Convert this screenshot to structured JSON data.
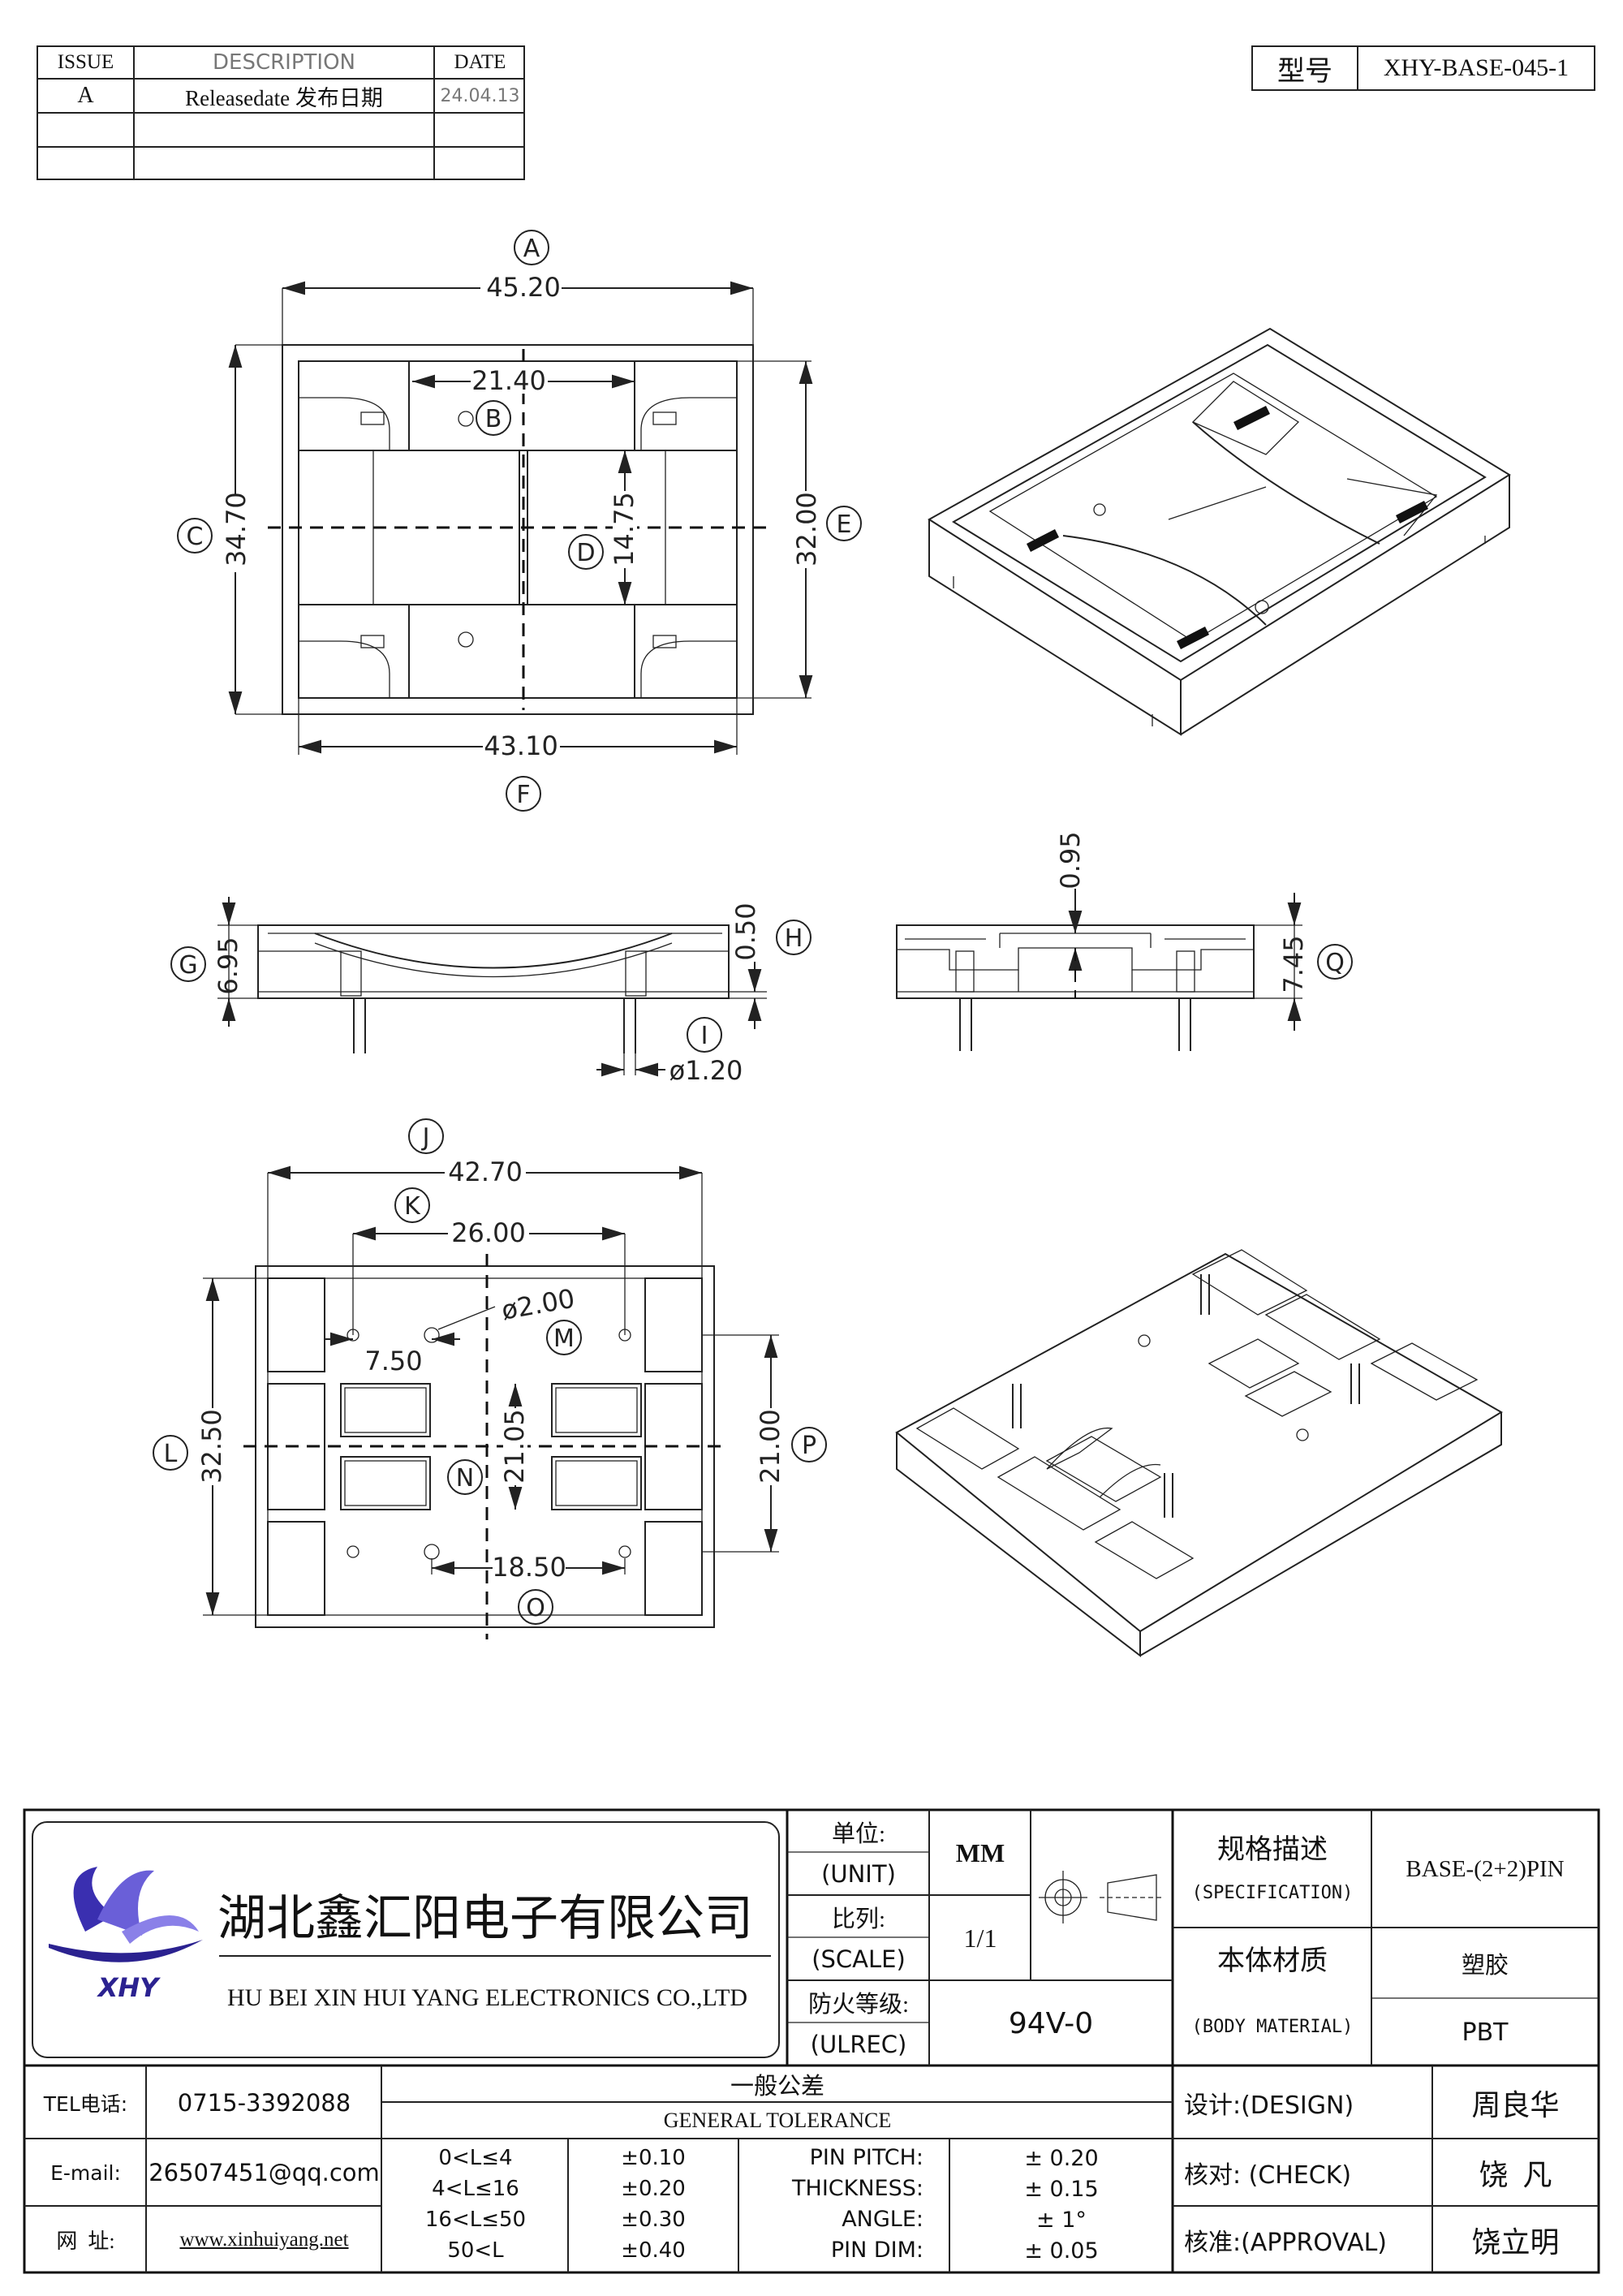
{
  "revision_table": {
    "headers": [
      "ISSUE",
      "DESCRIPTION",
      "DATE"
    ],
    "rows": [
      {
        "issue": "A",
        "description": "Releasedate 发布日期",
        "date": "24.04.13"
      }
    ]
  },
  "model": {
    "label": "型号",
    "value": "XHY-BASE-045-1"
  },
  "top_view": {
    "label_A": "A",
    "dim_A": "45.20",
    "label_B": "B",
    "dim_B": "21.40",
    "label_C": "C",
    "dim_C": "34.70",
    "label_D": "D",
    "dim_D": "14.75",
    "label_E": "E",
    "dim_E": "32.00",
    "label_F": "F",
    "dim_F": "43.10"
  },
  "side_views": {
    "label_G": "G",
    "dim_G": "6.95",
    "label_H": "H",
    "dim_H": "0.50",
    "label_I": "I",
    "dim_I": "ø1.20",
    "dim_top": "0.95",
    "label_Q": "Q",
    "dim_Q": "7.45"
  },
  "bottom_view": {
    "label_J": "J",
    "dim_J": "42.70",
    "label_K": "K",
    "dim_K": "26.00",
    "dim_hole": "ø2.00",
    "dim_750": "7.50",
    "label_M": "M",
    "label_L": "L",
    "dim_L": "32.50",
    "dim_2105": "21.05",
    "label_N": "N",
    "label_P": "P",
    "dim_P": "21.00",
    "dim_1850": "18.50",
    "label_O": "O"
  },
  "title_block": {
    "company_cn": "湖北鑫汇阳电子有限公司",
    "company_en": "HU BEI XIN HUI YANG ELECTRONICS CO.,LTD",
    "logo_text": "XHY",
    "unit_cn": "单位:",
    "unit_en": "(UNIT)",
    "unit_value": "MM",
    "scale_cn": "比列:",
    "scale_en": "(SCALE)",
    "scale_value": "1/1",
    "ulrec_cn": "防火等级:",
    "ulrec_en": "(ULREC)",
    "ulrec_value": "94V-0",
    "spec_cn": "规格描述",
    "spec_en": "(SPECIFICATION)",
    "spec_value": "BASE-(2+2)PIN",
    "material_cn": "本体材质",
    "material_en": "(BODY MATERIAL)",
    "material_value_cn": "塑胶",
    "material_value": "PBT",
    "tel_label": "TEL电话:",
    "tel": "0715-3392088",
    "email_label": "E-mail:",
    "email": "26507451@qq.com",
    "web_label": "网  址:",
    "web": "www.xinhuiyang.net",
    "tolerance_cn": "一般公差",
    "tolerance_en": "GENERAL TOLERANCE",
    "tolerances": [
      {
        "range": "0<L≤4",
        "value": "±0.10"
      },
      {
        "range": "4<L≤16",
        "value": "±0.20"
      },
      {
        "range": "16<L≤50",
        "value": "±0.30"
      },
      {
        "range": "50<L",
        "value": "±0.40"
      }
    ],
    "pin_tol": [
      {
        "name": "PIN PITCH:",
        "value": "± 0.20"
      },
      {
        "name": "THICKNESS:",
        "value": "± 0.15"
      },
      {
        "name": "ANGLE:",
        "value": "± 1°"
      },
      {
        "name": "PIN DIM:",
        "value": "± 0.05"
      }
    ],
    "design_label": "设计:(DESIGN)",
    "design_name": "周良华",
    "check_label": "核对: (CHECK)",
    "check_name": "饶  凡",
    "approval_label": "核准:(APPROVAL)",
    "approval_name": "饶立明"
  }
}
